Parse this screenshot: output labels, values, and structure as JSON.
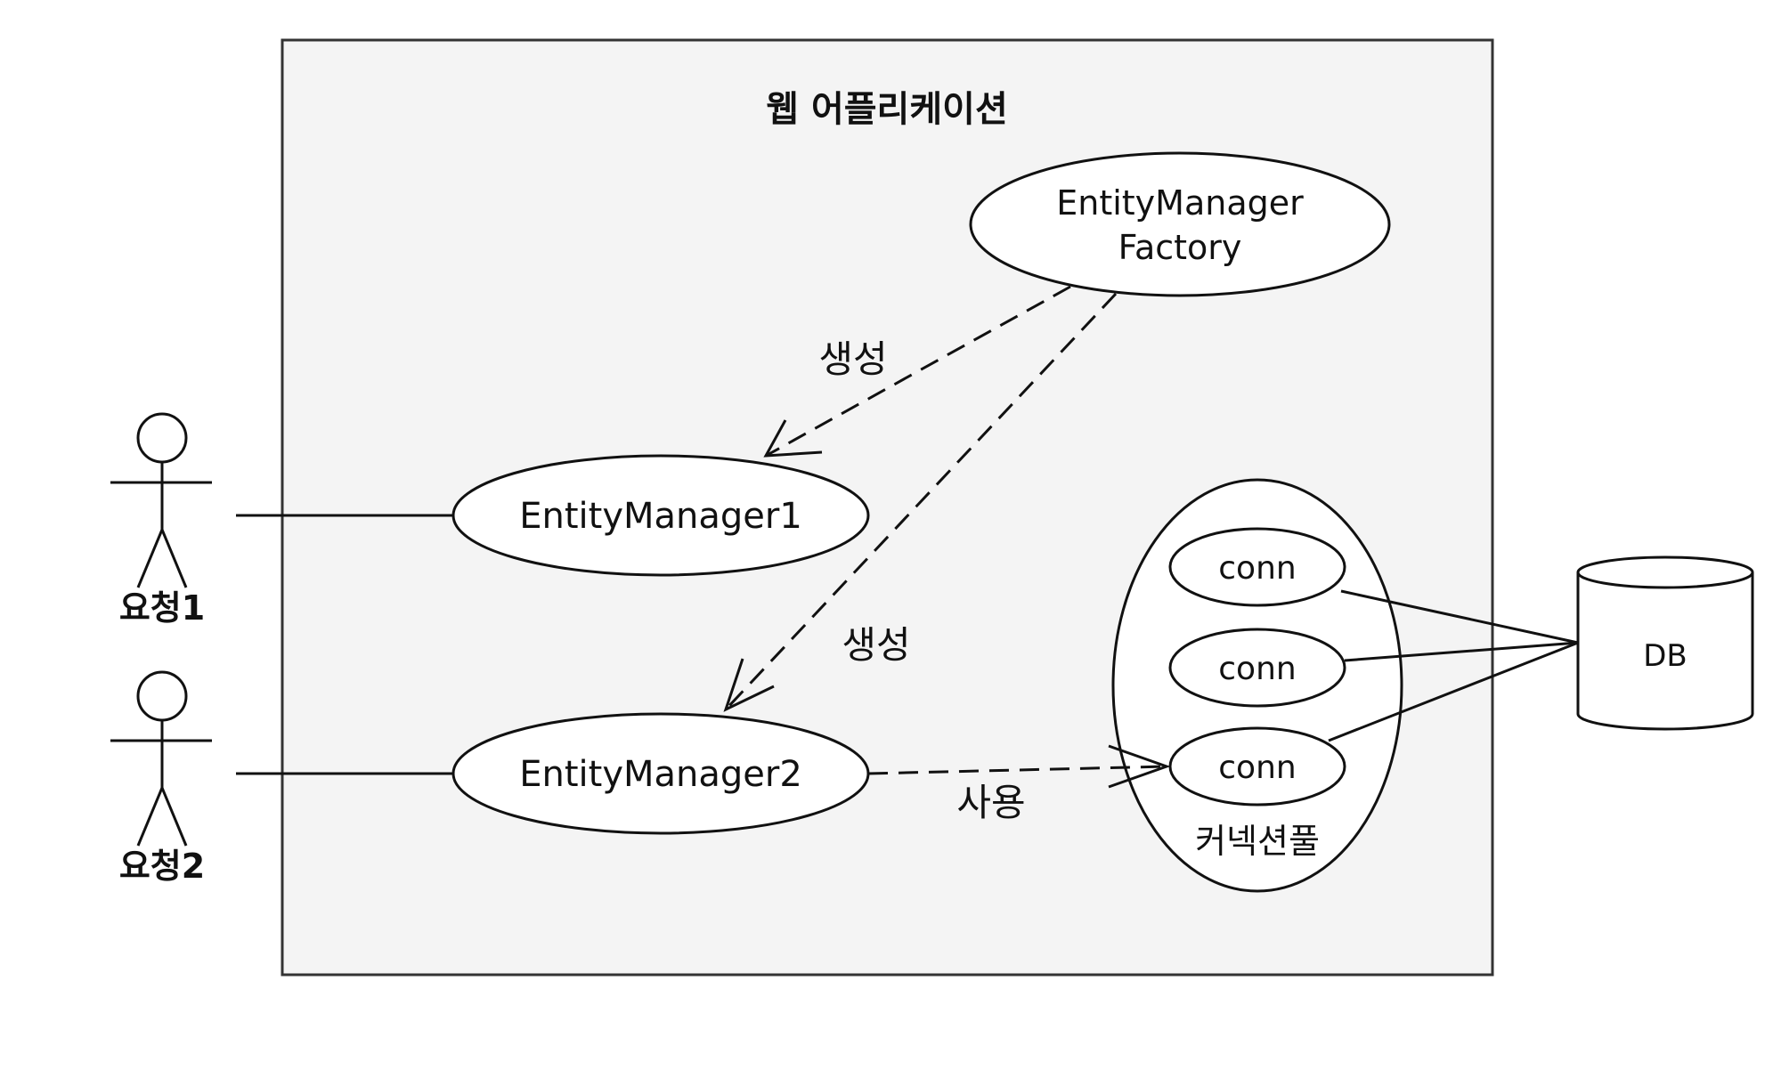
{
  "app_boundary": {
    "title": "웹 어플리케이션",
    "fill": "#f4f4f4"
  },
  "actors": [
    {
      "label": "요청1"
    },
    {
      "label": "요청2"
    }
  ],
  "factory": {
    "line1": "EntityManager",
    "line2": "Factory"
  },
  "managers": [
    {
      "label": "EntityManager1"
    },
    {
      "label": "EntityManager2"
    }
  ],
  "pool": {
    "label": "커넥션풀",
    "connections": [
      "conn",
      "conn",
      "conn"
    ]
  },
  "database": {
    "label": "DB"
  },
  "edges": {
    "create1": "생성",
    "create2": "생성",
    "use": "사용"
  }
}
